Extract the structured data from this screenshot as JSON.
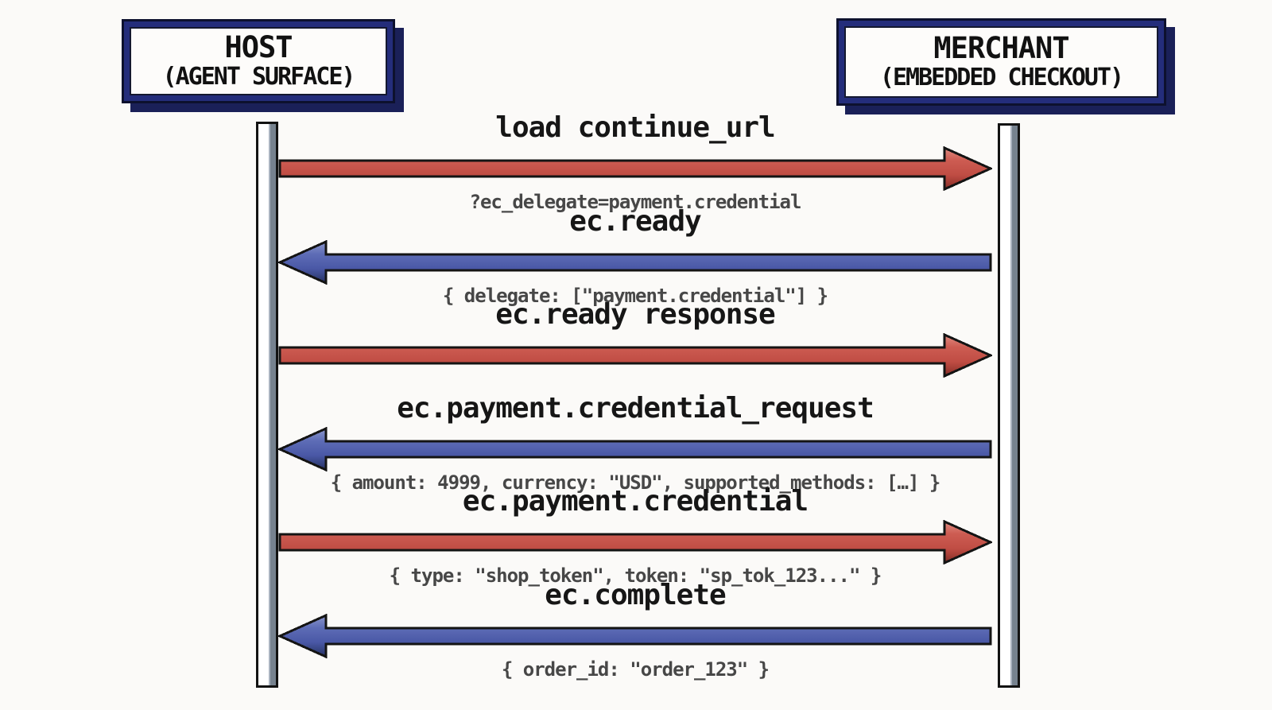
{
  "diagram": {
    "actors": [
      {
        "title": "HOST",
        "subtitle": "(AGENT SURFACE)"
      },
      {
        "title": "MERCHANT",
        "subtitle": "(EMBEDDED CHECKOUT)"
      }
    ],
    "messages": [
      {
        "label": "load continue_url",
        "sublabel": "?ec_delegate=payment.credential",
        "direction": "right",
        "color": "red",
        "from": "HOST",
        "to": "MERCHANT"
      },
      {
        "label": "ec.ready",
        "sublabel": "{ delegate: [\"payment.credential\"] }",
        "direction": "left",
        "color": "blue",
        "from": "MERCHANT",
        "to": "HOST"
      },
      {
        "label": "ec.ready response",
        "sublabel": "",
        "direction": "right",
        "color": "red",
        "from": "HOST",
        "to": "MERCHANT"
      },
      {
        "label": "ec.payment.credential_request",
        "sublabel": "{ amount: 4999, currency: \"USD\", supported_methods: […] }",
        "direction": "left",
        "color": "blue",
        "from": "MERCHANT",
        "to": "HOST"
      },
      {
        "label": "ec.payment.credential",
        "sublabel": "{ type: \"shop_token\", token: \"sp_tok_123...\" }",
        "direction": "right",
        "color": "red",
        "from": "HOST",
        "to": "MERCHANT"
      },
      {
        "label": "ec.complete",
        "sublabel": "{ order_id: \"order_123\" }",
        "direction": "left",
        "blue_note": "",
        "color": "blue",
        "from": "MERCHANT",
        "to": "HOST"
      }
    ],
    "colors": {
      "background": "#fbfaf8",
      "arrow_red": "#cd5c52",
      "arrow_blue": "#5463ad",
      "box_border_navy": "#242d7b",
      "lifeline_gray": "#76828f",
      "label_text": "#161616",
      "payload_text": "#474747"
    }
  }
}
